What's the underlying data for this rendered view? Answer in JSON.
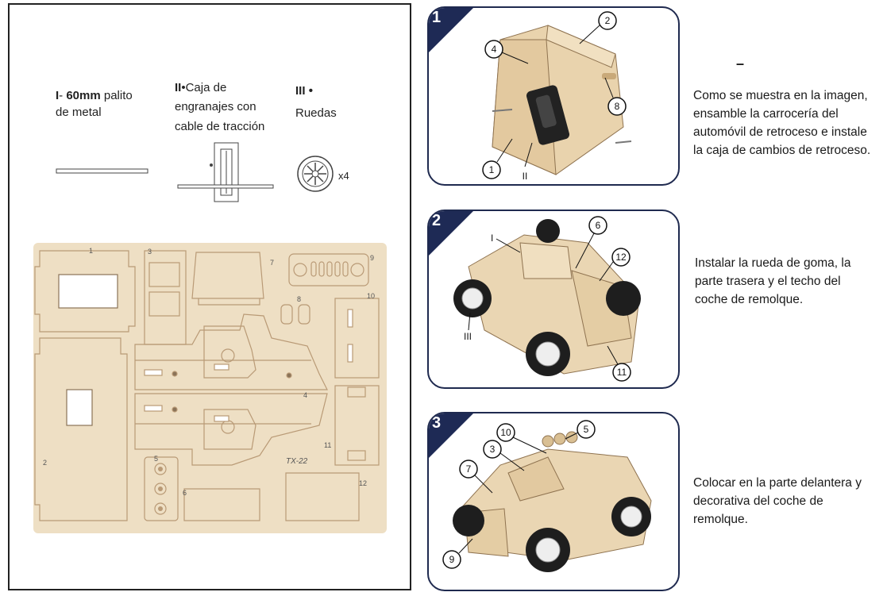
{
  "parts": [
    {
      "numeral": "I",
      "text_line1": "- 60mm palito",
      "bold_part": "60mm",
      "text_line2": "de metal"
    },
    {
      "numeral": "II",
      "text_line1": "•Caja de",
      "text_line2": "engranajes con",
      "text_line3": "cable de tracción"
    },
    {
      "numeral": "III",
      "text_line1": "Ruedas",
      "marker": "•",
      "count": "x4"
    }
  ],
  "board": {
    "model_label": "TX-22",
    "piece_numbers": [
      "1",
      "2",
      "3",
      "4",
      "5",
      "6",
      "7",
      "8",
      "9",
      "10",
      "11",
      "12"
    ]
  },
  "steps": [
    {
      "number": "1",
      "callouts": [
        "1",
        "2",
        "4",
        "8",
        "II"
      ],
      "instruction": [
        "Como se muestra en la imagen,",
        "ensamble la carrocería del",
        "automóvil de retroceso e instale",
        "la caja de cambios de retroceso."
      ],
      "dash": "–"
    },
    {
      "number": "2",
      "callouts": [
        "6",
        "12",
        "11",
        "I",
        "III"
      ],
      "instruction": [
        "Instalar la rueda de goma, la",
        "parte trasera y el techo del",
        "coche de remolque."
      ]
    },
    {
      "number": "3",
      "callouts": [
        "10",
        "5",
        "3",
        "7",
        "9"
      ],
      "instruction": [
        "Colocar en la parte delantera y",
        "decorativa del coche de",
        "remolque."
      ]
    }
  ],
  "colors": {
    "wood": "#eedfc4",
    "line": "#b99a76",
    "frame": "#1e2a55"
  }
}
